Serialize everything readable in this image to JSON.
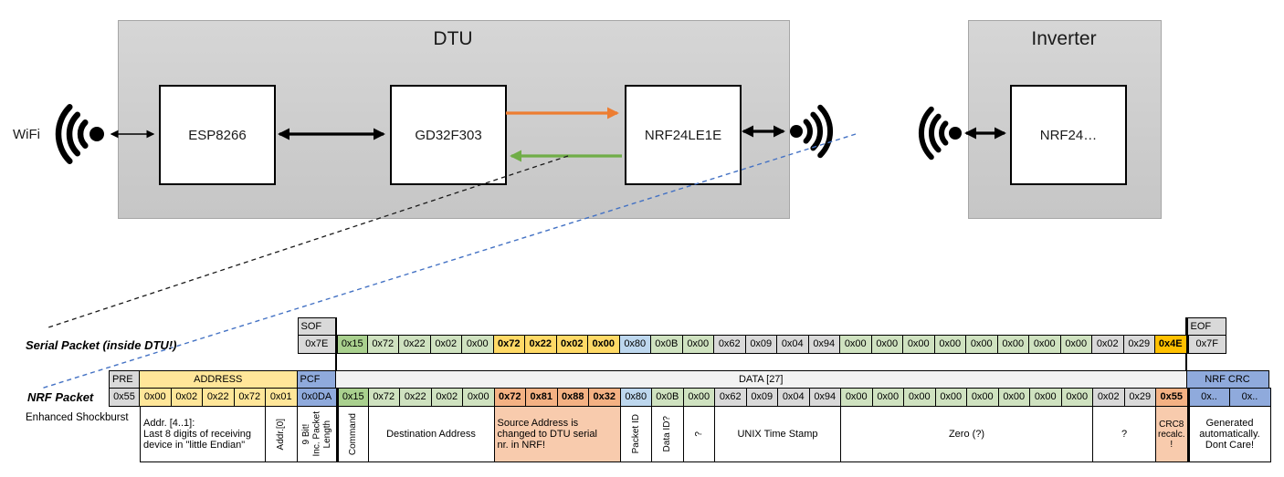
{
  "diagram": {
    "wifi_label": "WiFi",
    "dtu": {
      "title": "DTU",
      "components": [
        "ESP8266",
        "GD32F303",
        "NRF24LE1E"
      ]
    },
    "inverter": {
      "title": "Inverter",
      "component": "NRF24…"
    },
    "colors": {
      "orange_arrow": "#ED7D31",
      "green_arrow": "#70AD47",
      "blue_dashed_line": "#4472C4",
      "black_dashed_line": "#1a1a1a"
    }
  },
  "packets": {
    "palette": {
      "gray_cell": "#D9D9D9",
      "data_header": "#F2F2F2",
      "yellow_header": "#FFE699",
      "gold_bold": "#FFD966",
      "amber_bold": "#FFC000",
      "blue_header": "#8FAADC",
      "blue_light": "#BDD7EE",
      "green_dark": "#A9D08E",
      "green_light": "#CFE2C0",
      "salmon_bold": "#F4B183",
      "salmon_note": "#F8CBAD",
      "white": "#FFFFFF"
    },
    "serial": {
      "label": "Serial Packet (inside DTU!)",
      "sof": {
        "header": "SOF",
        "value": "0x7E"
      },
      "eof": {
        "header": "EOF",
        "value": "0x7F"
      },
      "bytes": [
        [
          "0x15",
          "gd"
        ],
        [
          "0x72",
          "gl"
        ],
        [
          "0x22",
          "gl"
        ],
        [
          "0x02",
          "gl"
        ],
        [
          "0x00",
          "gl"
        ],
        [
          "0x72",
          "au"
        ],
        [
          "0x22",
          "au"
        ],
        [
          "0x02",
          "au"
        ],
        [
          "0x00",
          "au"
        ],
        [
          "0x80",
          "bl"
        ],
        [
          "0x0B",
          "gl"
        ],
        [
          "0x00",
          "gl"
        ],
        [
          "0x62",
          "gy"
        ],
        [
          "0x09",
          "gy"
        ],
        [
          "0x04",
          "gy"
        ],
        [
          "0x94",
          "gy"
        ],
        [
          "0x00",
          "gl"
        ],
        [
          "0x00",
          "gl"
        ],
        [
          "0x00",
          "gl"
        ],
        [
          "0x00",
          "gl"
        ],
        [
          "0x00",
          "gl"
        ],
        [
          "0x00",
          "gl"
        ],
        [
          "0x00",
          "gl"
        ],
        [
          "0x00",
          "gl"
        ],
        [
          "0x02",
          "gy"
        ],
        [
          "0x29",
          "gy"
        ],
        [
          "0x4E",
          "am"
        ]
      ]
    },
    "nrf": {
      "label": "NRF Packet",
      "sublabel": "Enhanced Shockburst",
      "pre": {
        "header": "PRE",
        "value": "0x55"
      },
      "address": {
        "header": "ADDRESS",
        "values": [
          "0x00",
          "0x02",
          "0x22",
          "0x72",
          "0x01"
        ]
      },
      "pcf": {
        "header": "PCF",
        "value": "0x0DA"
      },
      "data_header": "DATA [27]",
      "bytes": [
        [
          "0x15",
          "gd"
        ],
        [
          "0x72",
          "gl"
        ],
        [
          "0x22",
          "gl"
        ],
        [
          "0x02",
          "gl"
        ],
        [
          "0x00",
          "gl"
        ],
        [
          "0x72",
          "sa"
        ],
        [
          "0x81",
          "sa"
        ],
        [
          "0x88",
          "sa"
        ],
        [
          "0x32",
          "sa"
        ],
        [
          "0x80",
          "bl"
        ],
        [
          "0x0B",
          "gl"
        ],
        [
          "0x00",
          "gl"
        ],
        [
          "0x62",
          "gy"
        ],
        [
          "0x09",
          "gy"
        ],
        [
          "0x04",
          "gy"
        ],
        [
          "0x94",
          "gy"
        ],
        [
          "0x00",
          "gl"
        ],
        [
          "0x00",
          "gl"
        ],
        [
          "0x00",
          "gl"
        ],
        [
          "0x00",
          "gl"
        ],
        [
          "0x00",
          "gl"
        ],
        [
          "0x00",
          "gl"
        ],
        [
          "0x00",
          "gl"
        ],
        [
          "0x00",
          "gl"
        ],
        [
          "0x02",
          "gy"
        ],
        [
          "0x29",
          "gy"
        ],
        [
          "0x55",
          "sa"
        ]
      ],
      "crc": {
        "header": "NRF CRC",
        "values": [
          "0x..",
          "0x.."
        ]
      }
    },
    "annotations": [
      {
        "t": "Addr. [4..1]:\nLast 8 digits of receiving\ndevice in \"little Endian\"",
        "cols": 4,
        "align": "left"
      },
      {
        "t": "Addr.[0]",
        "cols": 1,
        "vert": true
      },
      {
        "t": "9 Bit!\nInc. Packet\nLength",
        "cols": "pcf",
        "vert": true
      },
      {
        "t": "Command",
        "cols": 1,
        "vert": true,
        "thick": true
      },
      {
        "t": "Destination Address",
        "cols": 4
      },
      {
        "t": "Source Address is\nchanged to DTU serial\nnr. in NRF!",
        "cols": 4,
        "bg": "salmon_note",
        "align": "left"
      },
      {
        "t": "Packet ID",
        "cols": 1,
        "vert": true
      },
      {
        "t": "Data ID?",
        "cols": 1,
        "vert": true
      },
      {
        "t": "?",
        "cols": 1,
        "vert": true
      },
      {
        "t": "UNIX Time Stamp",
        "cols": 4
      },
      {
        "t": "Zero (?)",
        "cols": 8
      },
      {
        "t": "?",
        "cols": 2
      },
      {
        "t": "CRC8\nrecalc.\n!",
        "cols": 1,
        "bg": "salmon_note"
      },
      {
        "t": "Generated\nautomatically.\nDont Care!",
        "cols": "crc",
        "thick": true
      }
    ]
  }
}
